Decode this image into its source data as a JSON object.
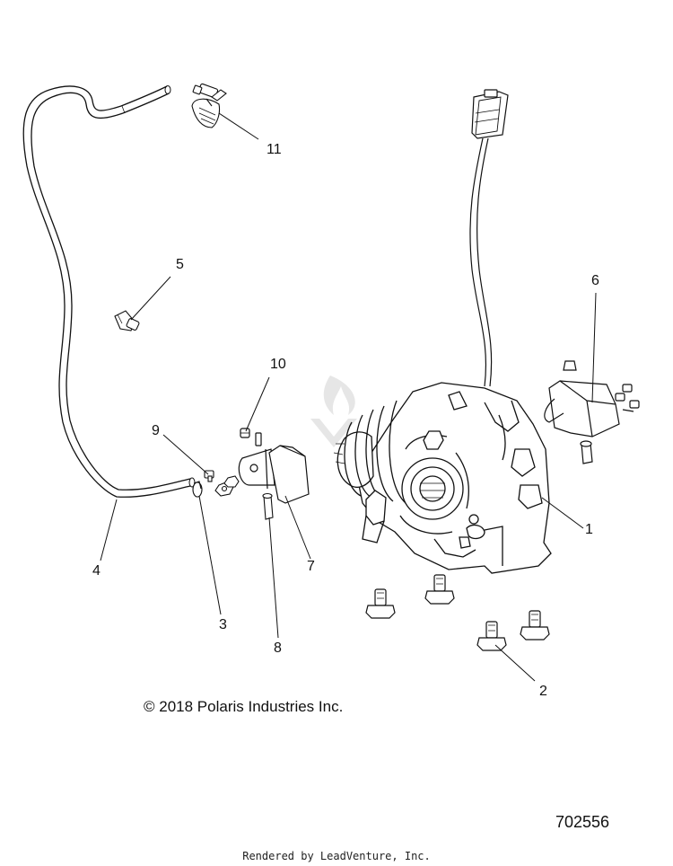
{
  "callouts": [
    {
      "num": "1"
    },
    {
      "num": "2"
    },
    {
      "num": "3"
    },
    {
      "num": "4"
    },
    {
      "num": "5"
    },
    {
      "num": "6"
    },
    {
      "num": "7"
    },
    {
      "num": "8"
    },
    {
      "num": "9"
    },
    {
      "num": "10"
    },
    {
      "num": "11"
    }
  ],
  "copyright": "© 2018 Polaris Industries Inc.",
  "diagram_id": "702556",
  "footer": "Rendered by LeadVenture, Inc.",
  "colors": {
    "line": "#111111",
    "watermark": "#e3e3e3"
  }
}
